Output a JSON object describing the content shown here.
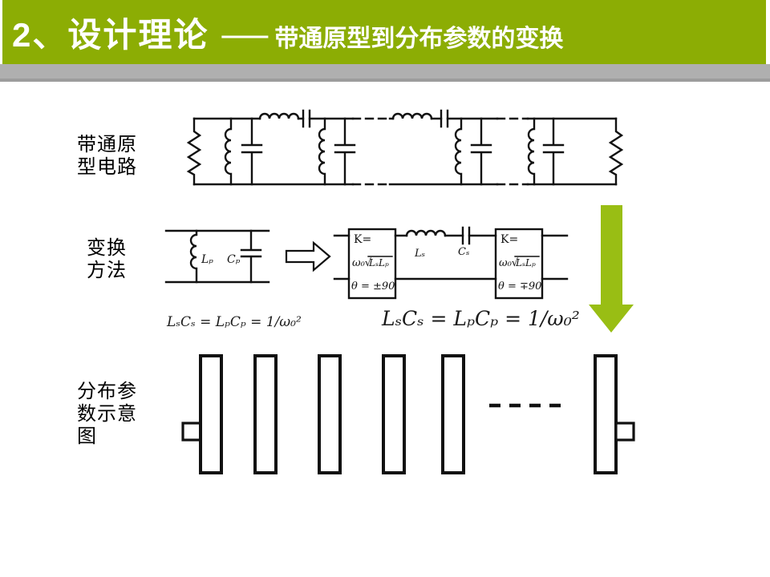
{
  "header": {
    "title": "2、设计理论",
    "dash": "——",
    "subtitle": "带通原型到分布参数的变换"
  },
  "labels": {
    "bandpass": {
      "lines": [
        "带通原",
        "型电路"
      ]
    },
    "transform": {
      "lines": [
        "变换",
        "方法"
      ]
    },
    "distributed": {
      "lines": [
        "分布参",
        "数示意",
        "图"
      ]
    }
  },
  "transform_figure": {
    "lp": "Lₚ",
    "cp": "Cₚ",
    "ls": "Lₛ",
    "cs": "Cₛ",
    "inverter_left": {
      "k": "K=",
      "omega": "ω₀√",
      "radicand": "LₛLₚ",
      "theta": "θ = ±90"
    },
    "inverter_right": {
      "k": "K=",
      "omega": "ω₀√",
      "radicand": "LₛLₚ",
      "theta": "θ = ∓90"
    }
  },
  "formulas": {
    "small": "LₛCₛ = LₚCₚ = 1/ω₀²",
    "large": "LₛCₛ = LₚCₚ = 1/ω₀²"
  },
  "colors": {
    "header_bg": "#8CAD04",
    "header_text": "#FFFFFF",
    "band_gray": "#AFAFAF",
    "band_edge": "#9C9C9C",
    "arrow_green": "#99BE14",
    "ink": "#111111",
    "bg": "#FFFFFF"
  }
}
